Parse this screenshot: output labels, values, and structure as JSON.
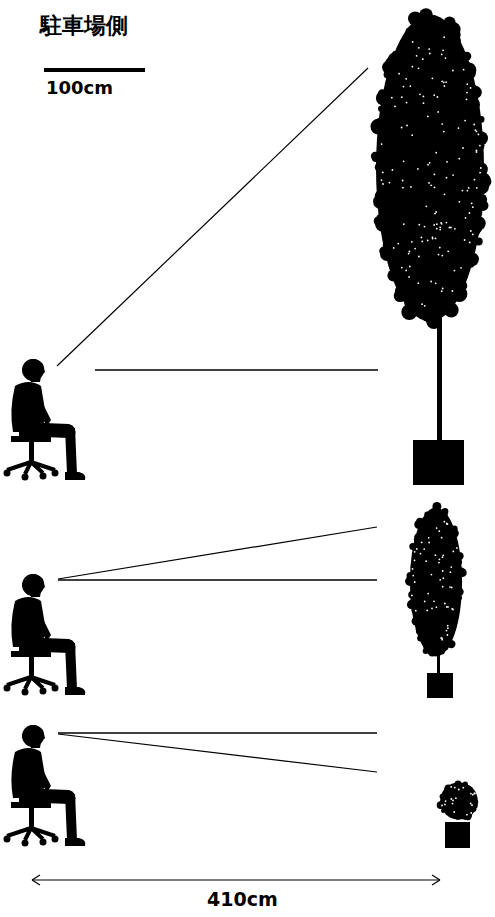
{
  "diagram": {
    "title": "駐車場側",
    "labels": [
      "100cm",
      "410cm"
    ]
  }
}
